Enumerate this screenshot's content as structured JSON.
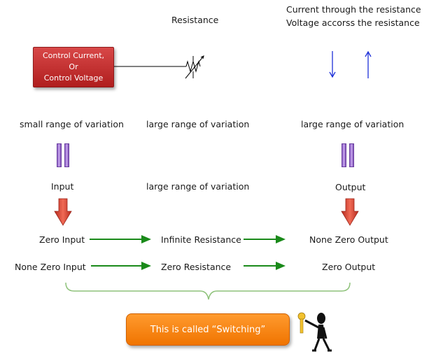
{
  "labels": {
    "resistance": "Resistance",
    "current_through": "Current through the resistance",
    "voltage_across": "Voltage accorss the resistance",
    "control_line1": "Control Current,",
    "control_line2": "Or",
    "control_line3": "Control Voltage",
    "small_range": "small range of variation",
    "large_range_top": "large range of variation",
    "large_range_right": "large range of variation",
    "large_range_mid": "large range of variation",
    "input": "Input",
    "output": "Output",
    "zero_input": "Zero Input",
    "infinite_resistance": "Infinite Resistance",
    "none_zero_output": "None Zero Output",
    "none_zero_input": "None Zero Input",
    "zero_resistance": "Zero Resistance",
    "zero_output": "Zero Output",
    "switching": "This is called “Switching”"
  },
  "icons": {
    "current_arrow": "arrow-down-icon",
    "voltage_arrow": "arrow-up-icon",
    "resistor": "variable-resistor-icon",
    "figure": "stick-figure-with-key-icon"
  },
  "colors": {
    "control_box": "#c0302e",
    "green_arrow": "#1a8a1a",
    "blue_arrow": "#1c2fd8",
    "pause_bars": "#9b6fd2",
    "red_arrow": "#d83a2a",
    "brace": "#8ec27a",
    "switching_box": "#f7870f"
  }
}
